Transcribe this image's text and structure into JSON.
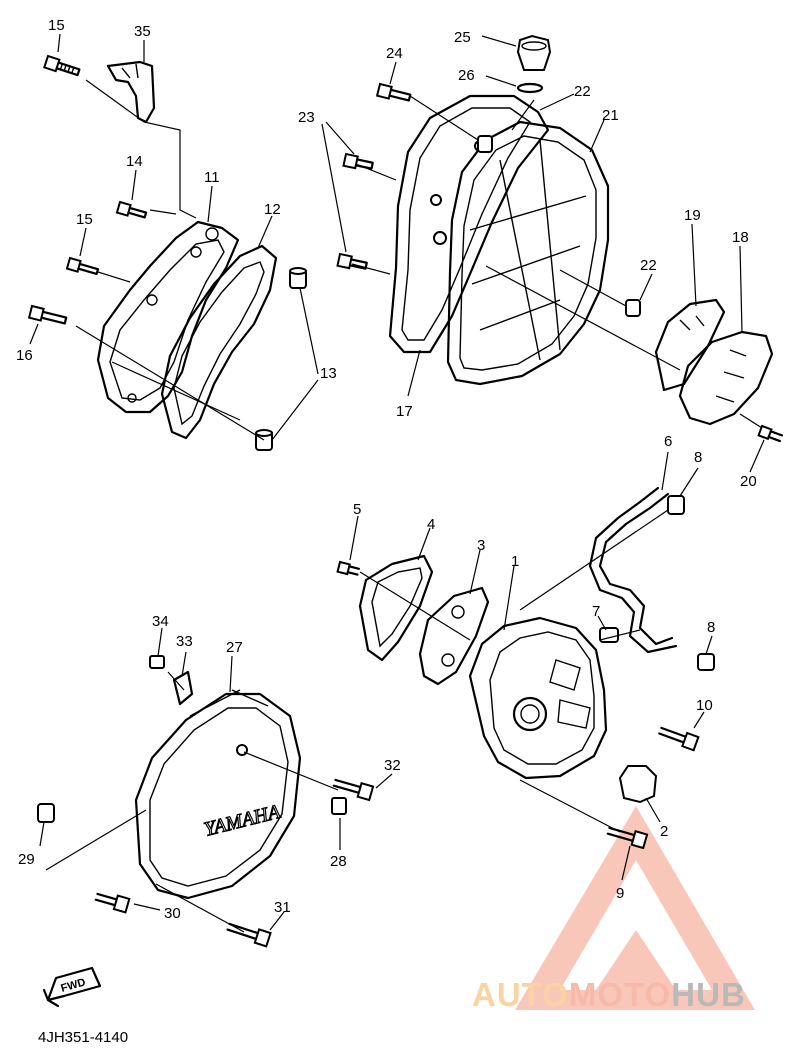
{
  "diagram": {
    "part_code": "4JH351-4140",
    "cover_brand": "YAMAHA",
    "fwd_label": "FWD",
    "watermark": {
      "part1": "AUTO",
      "part2": "MOTO",
      "part3": "HUB",
      "color_main": "#f7b9a8",
      "color_accent": "#fbd3a2",
      "color_dark": "#b9b9b9"
    },
    "callouts": [
      "1",
      "2",
      "3",
      "4",
      "5",
      "6",
      "7",
      "8",
      "8",
      "9",
      "10",
      "11",
      "12",
      "13",
      "14",
      "15",
      "15",
      "16",
      "17",
      "18",
      "19",
      "20",
      "21",
      "22",
      "22",
      "23",
      "24",
      "25",
      "26",
      "27",
      "28",
      "29",
      "30",
      "31",
      "32",
      "33",
      "34",
      "35"
    ]
  }
}
